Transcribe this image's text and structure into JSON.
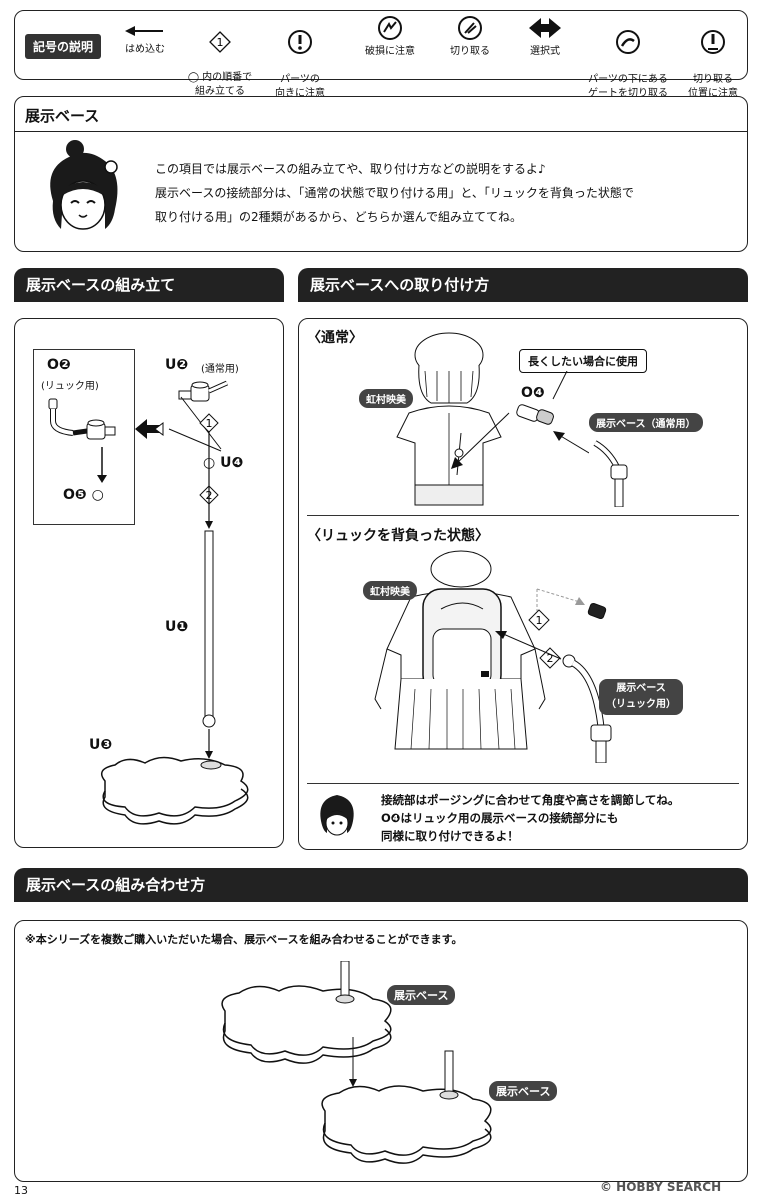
{
  "legend": {
    "title": "記号の説明",
    "items": [
      {
        "icon": "arrow-left-icon",
        "label": "はめ込む"
      },
      {
        "icon": "numbered-hexagon-icon",
        "symbol": "1",
        "label": "◯ 内の順番で\n組み立てる"
      },
      {
        "icon": "exclamation-circle-icon",
        "label": "パーツの\n向きに注意"
      },
      {
        "icon": "broken-part-icon",
        "label": "破損に注意"
      },
      {
        "icon": "cutter-icon",
        "label": "切り取る"
      },
      {
        "icon": "double-arrow-icon",
        "label": "選択式"
      },
      {
        "icon": "gate-cut-icon",
        "label": "パーツの下にある\nゲートを切り取る"
      },
      {
        "icon": "cut-position-icon",
        "label": "切り取る\n位置に注意"
      }
    ]
  },
  "intro": {
    "title": "展示ベース",
    "lines": [
      "この項目では展示ベースの組み立てや、取り付け方などの説明をするよ♪",
      "展示ベースの接続部分は、「通常の状態で取り付ける用」と、「リュックを背負った状態で",
      "取り付ける用」の2種類があるから、どちらか選んで組み立ててね。"
    ]
  },
  "assembly": {
    "title": "展示ベースの組み立て",
    "parts": {
      "o2": "O❷",
      "o2_sub": "(リュック用)",
      "u2": "U❷",
      "u2_sub": "(通常用)",
      "u4": "U❹",
      "o5": "O❺",
      "u1": "U❶",
      "u3": "U❸",
      "step1": "1",
      "step2": "2"
    }
  },
  "attach": {
    "title": "展示ベースへの取り付け方",
    "normal_title": "〈通常〉",
    "backpack_title": "〈リュックを背負った状態〉",
    "character": "虹村映美",
    "callout_long": "長くしたい場合に使用",
    "o4": "O❹",
    "base_normal": "展示ベース（通常用）",
    "base_backpack": "展示ベース\n（リュック用）",
    "step1": "1",
    "step2": "2",
    "note": [
      "接続部はポージングに合わせて角度や高さを調節してね。",
      "O❹はリュック用の展示ベースの接続部分にも",
      "同様に取り付けできるよ！"
    ]
  },
  "combine": {
    "title": "展示ベースの組み合わせ方",
    "note": "※本シリーズを複数ご購入いただいた場合、展示ベースを組み合わせることができます。",
    "label1": "展示ベース",
    "label2": "展示ベース"
  },
  "footer": {
    "page": "13",
    "watermark": "© HOBBY SEARCH"
  }
}
